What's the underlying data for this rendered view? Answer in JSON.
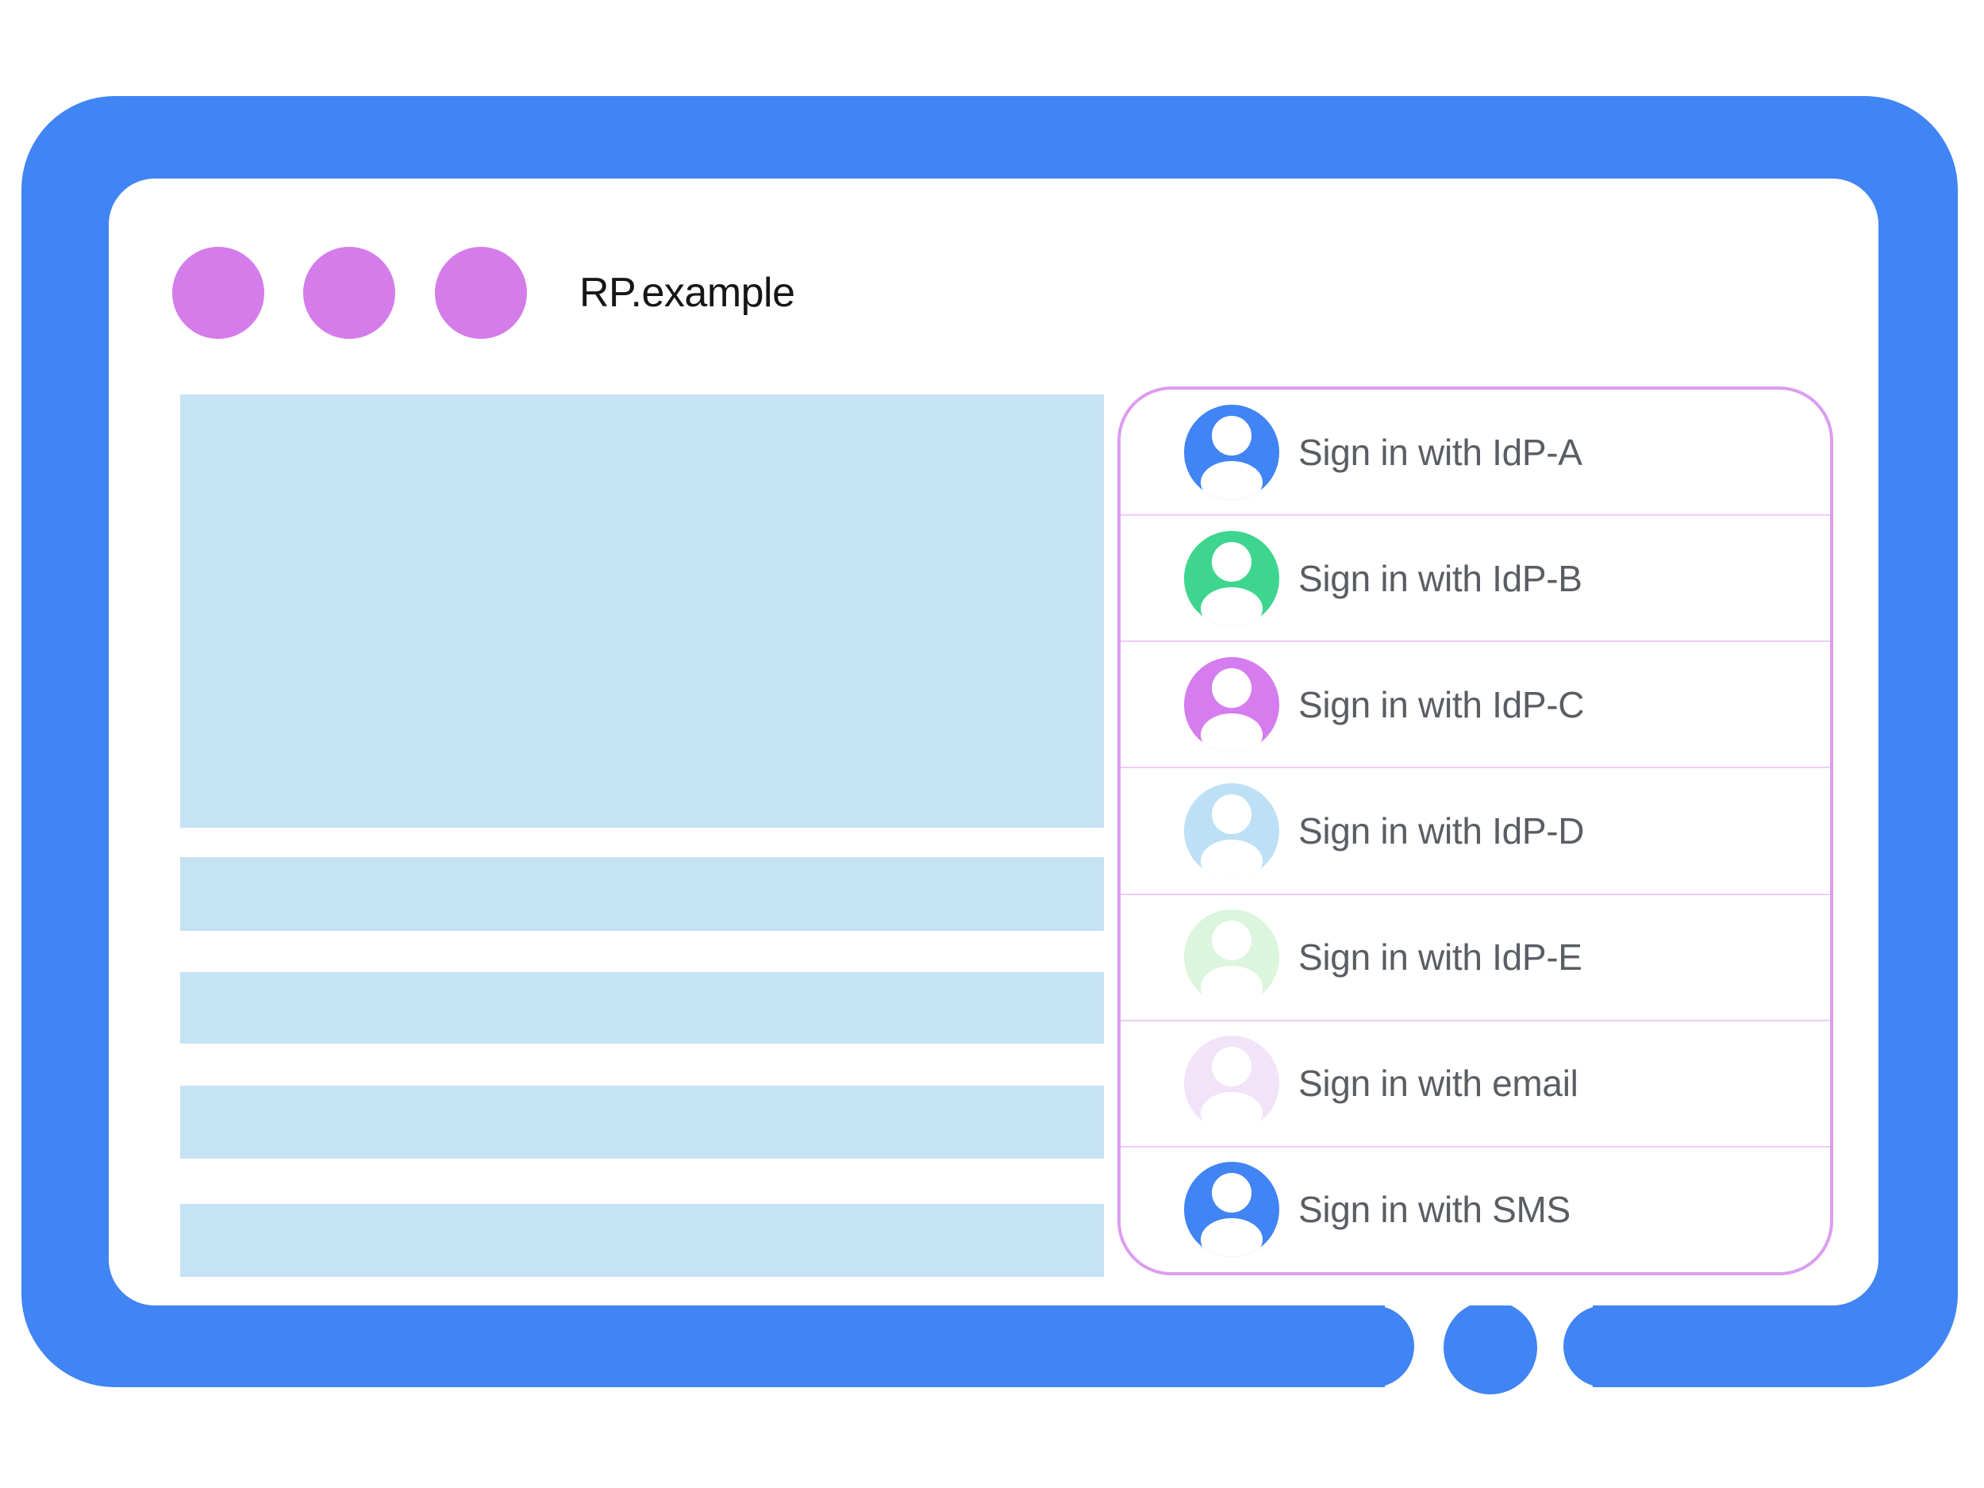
{
  "browser_window": {
    "title": "RP.example",
    "window_controls": [
      "window-dot",
      "window-dot",
      "window-dot"
    ]
  },
  "content": {
    "placeholder_blocks": [
      "hero-block",
      "text-line",
      "text-line",
      "text-line",
      "text-line"
    ]
  },
  "signin_panel": {
    "items": [
      {
        "label": "Sign in with IdP-A",
        "avatar_color": "#4184F3"
      },
      {
        "label": "Sign in with IdP-B",
        "avatar_color": "#3ED68F"
      },
      {
        "label": "Sign in with IdP-C",
        "avatar_color": "#D57CEE"
      },
      {
        "label": "Sign in with IdP-D",
        "avatar_color": "#BEE0F6"
      },
      {
        "label": "Sign in with IdP-E",
        "avatar_color": "#DCF5DD"
      },
      {
        "label": "Sign in with email",
        "avatar_color": "#F1E3F8"
      },
      {
        "label": "Sign in with SMS",
        "avatar_color": "#4184F3"
      }
    ]
  },
  "device": {
    "home_button_icon": "home-button-circle"
  },
  "icons": {
    "avatar": "person-avatar-icon",
    "window_dot": "window-dot-icon"
  },
  "colors": {
    "frame_blue": "#4184F3",
    "dot_purple": "#D57CEB",
    "placeholder_blue": "#C6E2F5",
    "panel_border": "#DC9DEF",
    "divider": "#EFCCF7",
    "label_gray": "#5A5E63",
    "title_black": "#161616"
  }
}
